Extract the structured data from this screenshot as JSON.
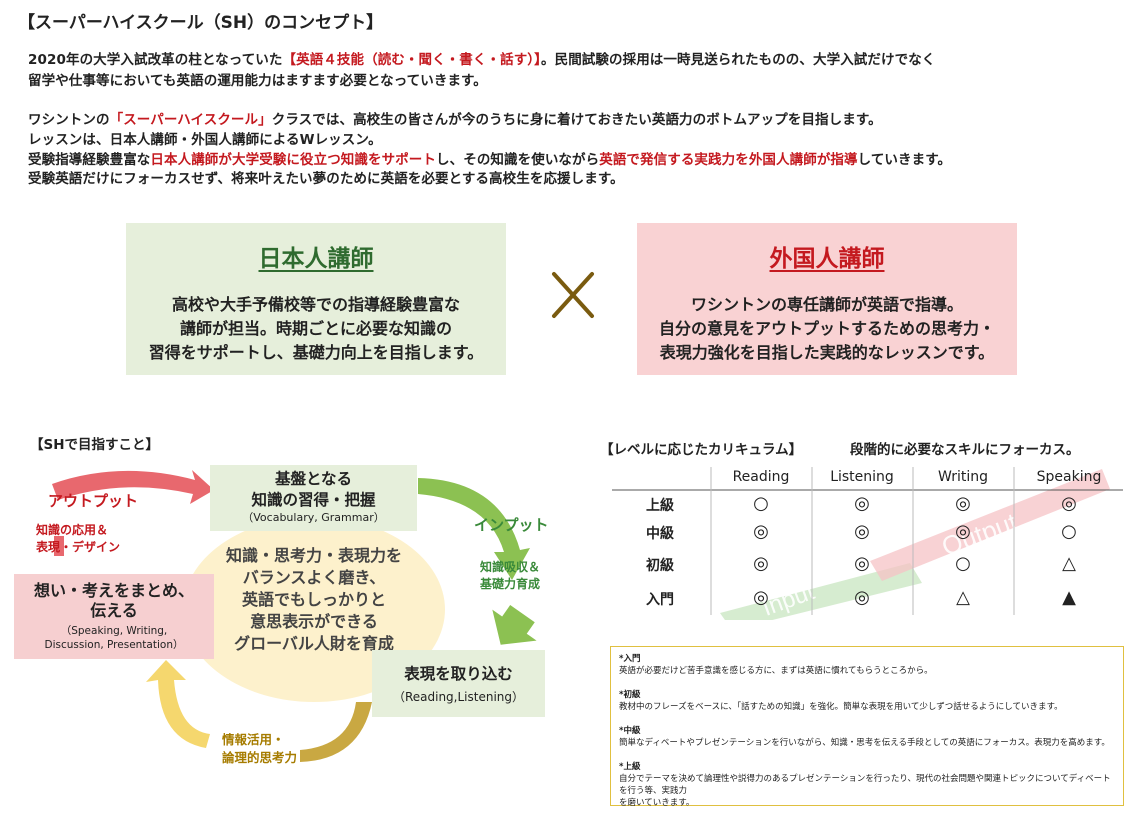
{
  "title": "【スーパーハイスクール（SH）のコンセプト】",
  "intro": {
    "p1_a": "2020年の大学入試改革の柱となっていた",
    "p1_red": "【英語４技能（読む・聞く・書く・話す）】",
    "p1_b": "。民間試験の採用は一時見送られたものの、大学入試だけでなく",
    "p1_line2": "留学や仕事等においても英語の運用能力はますます必要となっていきます。",
    "p2_a": "ワシントンの",
    "p2_red": "「スーパーハイスクール」",
    "p2_b": "クラスでは、高校生の皆さんが今のうちに身に着けておきたい英語力のボトムアップを目指します。",
    "p3": "レッスンは、日本人講師・外国人講師によるWレッスン。",
    "p4_a": "受験指導経験豊富な",
    "p4_red1": "日本人講師が大学受験に役立つ知識をサポート",
    "p4_b": "し、その知識を使いながら",
    "p4_red2": "英語で発信する実践力を外国人講師が指導",
    "p4_c": "していきます。",
    "p5": "受験英語だけにフォーカスせず、将来叶えたい夢のために英語を必要とする高校生を応援します。"
  },
  "japanese_teacher": {
    "title": "日本人講師",
    "lines": [
      "高校や大手予備校等での指導経験豊富な",
      "講師が担当。時期ごとに必要な知識の",
      "習得をサポートし、基礎力向上を目指します。"
    ]
  },
  "foreign_teacher": {
    "title": "外国人講師",
    "lines": [
      "ワシントンの専任講師が英語で指導。",
      "自分の意見をアウトプットするための思考力・",
      "表現力強化を目指した実践的なレッスンです。"
    ]
  },
  "sh_goals": {
    "heading": "【SHで目指すこと】",
    "center_lines": [
      "知識・思考力・表現力を",
      "バランスよく磨き、",
      "英語でもしっかりと",
      "意思表示ができる",
      "グローバル人財を育成"
    ],
    "foundation": {
      "line1": "基盤となる",
      "line2": "知識の習得・把握",
      "line3": "（Vocabulary, Grammar）"
    },
    "intake": {
      "line1": "表現を取り込む",
      "line2": "（Reading,Listening）"
    },
    "express": {
      "line1": "想い・考えをまとめ、",
      "line2": "伝える",
      "line3": "（Speaking, Writing,",
      "line4": "Discussion, Presentation）"
    },
    "output_label": "アウトプット",
    "output_sub": [
      "知識の応用＆",
      "表現・デザイン"
    ],
    "input_label": "インプット",
    "input_sub": [
      "知識吸収＆",
      "基礎力育成"
    ],
    "info_label": [
      "情報活用・",
      "論理的思考力"
    ],
    "colors": {
      "red_arrow": "#e8686e",
      "green_arrow": "#8cc152",
      "yellow_arrow": "#f5d76e"
    }
  },
  "curriculum": {
    "heading": "【レベルに応じたカリキュラム】",
    "subheading": "段階的に必要なスキルにフォーカス。",
    "columns": [
      "Reading",
      "Listening",
      "Writing",
      "Speaking"
    ],
    "rows": [
      {
        "level": "上級",
        "marks": [
          "○",
          "◎",
          "◎",
          "◎"
        ]
      },
      {
        "level": "中級",
        "marks": [
          "◎",
          "◎",
          "◎",
          "○"
        ]
      },
      {
        "level": "初級",
        "marks": [
          "◎",
          "◎",
          "○",
          "△"
        ]
      },
      {
        "level": "入門",
        "marks": [
          "◎",
          "◎",
          "△",
          "▲"
        ]
      }
    ],
    "input_watermark": "Input",
    "output_watermark": "Output"
  },
  "notes": [
    {
      "head": "*入門",
      "body": "英語が必要だけど苦手意識を感じる方に、まずは英語に慣れてもらうところから。"
    },
    {
      "head": "*初級",
      "body": "教材中のフレーズをベースに、「話すための知識」を強化。簡単な表現を用いて少しずつ話せるようにしていきます。"
    },
    {
      "head": "*中級",
      "body": "簡単なディベートやプレゼンテーションを行いながら、知識・思考を伝える手段としての英語にフォーカス。表現力を高めます。"
    },
    {
      "head": "*上級",
      "body": "自分でテーマを決めて論理性や説得力のあるプレゼンテーションを行ったり、現代の社会問題や関連トピックについてディベートを行う等、実践力",
      "body2": "を磨いていきます。"
    }
  ]
}
